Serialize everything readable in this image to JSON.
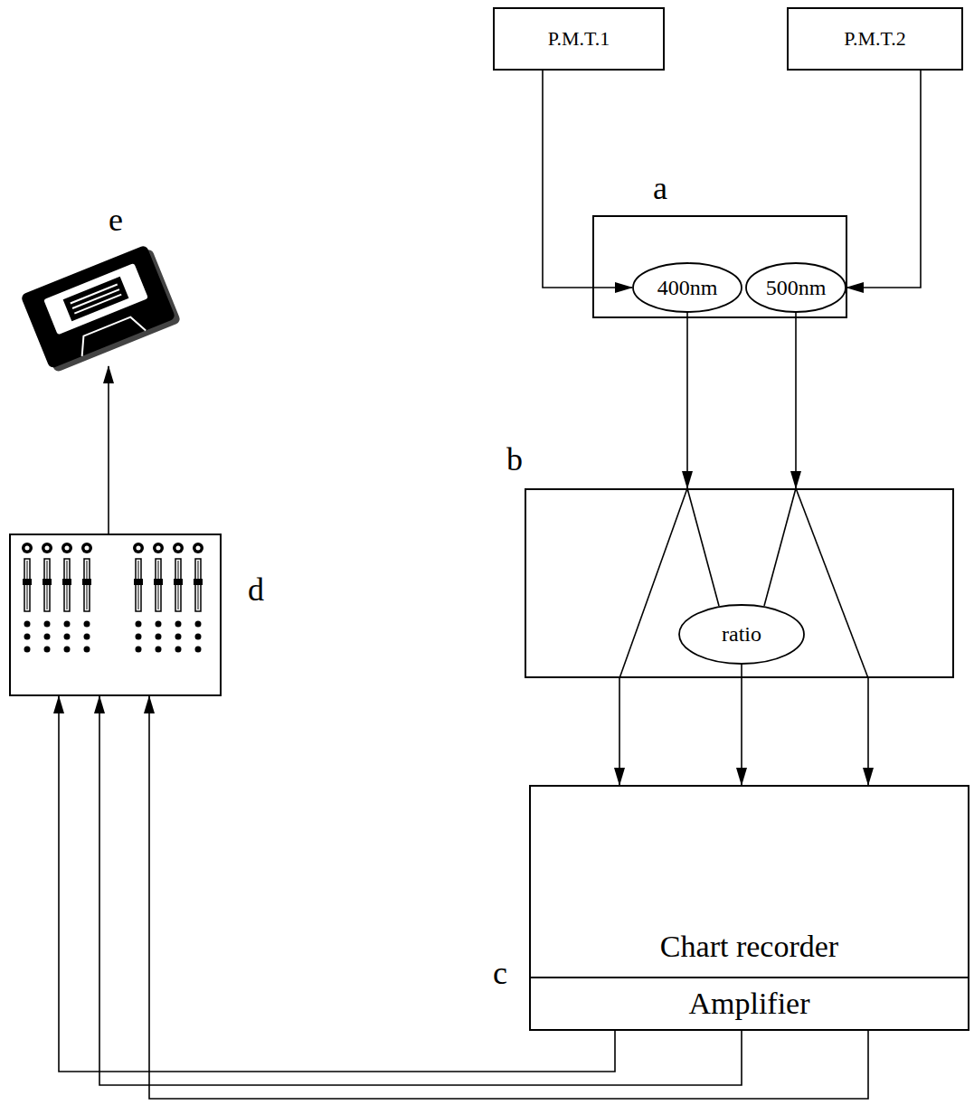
{
  "diagram": {
    "nodes": [
      {
        "text": [
          "P.M.T.1"
        ]
      },
      {
        "text": [
          "P.M.T.2"
        ]
      },
      {
        "text": [
          "a"
        ]
      },
      {
        "text": [
          "400nm"
        ],
        "in": 2
      },
      {
        "text": [
          "500nm"
        ],
        "in": 2
      },
      {
        "text": [
          "b"
        ]
      },
      {
        "text": [
          "ratio"
        ],
        "in": 5
      },
      {
        "text": [
          "c"
        ]
      },
      {
        "text": [
          "Chart recorder"
        ],
        "in": 7
      },
      {
        "text": [
          "Amplifier"
        ],
        "in": 7
      },
      {
        "text": [
          "d"
        ]
      },
      {
        "text": [
          "e"
        ]
      }
    ],
    "edges": [
      {
        "from": 0,
        "to": 3,
        "arrow": "to"
      },
      {
        "from": 1,
        "to": 4,
        "arrow": "to"
      },
      {
        "from": 3,
        "to": 5,
        "arrow": "to"
      },
      {
        "from": 4,
        "to": 5,
        "arrow": "to"
      },
      {
        "from": 5,
        "to": 8,
        "arrow": "to"
      },
      {
        "from": 6,
        "to": 8,
        "arrow": "to"
      },
      {
        "from": 5,
        "to": 8,
        "arrow": "to"
      },
      {
        "from": 9,
        "to": 10,
        "arrow": "to"
      },
      {
        "from": 9,
        "to": 10,
        "arrow": "to"
      },
      {
        "from": 9,
        "to": 10,
        "arrow": "to"
      },
      {
        "from": 10,
        "to": 11,
        "arrow": "to"
      }
    ]
  }
}
